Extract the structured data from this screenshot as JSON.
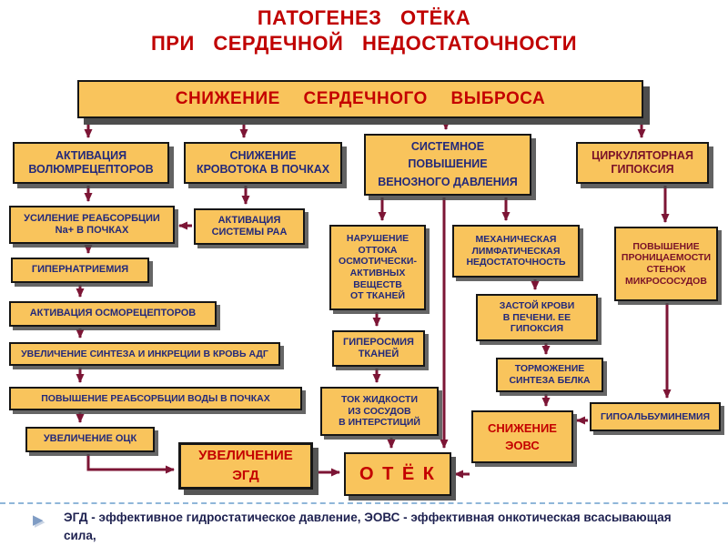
{
  "title": {
    "line1": "ПАТОГЕНЕЗ ОТЁКА",
    "line2": "ПРИ СЕРДЕЧНОЙ НЕДОСТАТОЧНОСТИ"
  },
  "nodes": {
    "cardiac_output": "СНИЖЕНИЕ СЕРДЕЧНОГО ВЫБРОСА",
    "volume_receptors": "АКТИВАЦИЯ\nВОЛЮМРЕЦЕПТОРОВ",
    "renal_blood_flow": "СНИЖЕНИЕ\nКРОВОТОКА В ПОЧКАХ",
    "venous_pressure": "СИСТЕМНОЕ\nПОВЫШЕНИЕ\nВЕНОЗНОГО ДАВЛЕНИЯ",
    "circulatory_hypoxia": "ЦИРКУЛЯТОРНАЯ\nГИПОКСИЯ",
    "na_reabsorption": "УСИЛЕНИЕ РЕАБСОРБЦИИ\nNa+ В ПОЧКАХ",
    "raa_system": "АКТИВАЦИЯ\nСИСТЕМЫ РАА",
    "hypernatremia": "ГИПЕРНАТРИЕМИЯ",
    "osmoreceptors": "АКТИВАЦИЯ ОСМОРЕЦЕПТОРОВ",
    "adh": "УВЕЛИЧЕНИЕ СИНТЕЗА И ИНКРЕЦИИ В КРОВЬ АДГ",
    "water_reabsorption": "ПОВЫШЕНИЕ РЕАБСОРБЦИИ ВОДЫ В ПОЧКАХ",
    "ock": "УВЕЛИЧЕНИЕ ОЦК",
    "osmotic_outflow": "НАРУШЕНИЕ\nОТТОКА\nОСМОТИЧЕСКИ-\nАКТИВНЫХ\nВЕЩЕСТВ\nОТ ТКАНЕЙ",
    "lymphatic": "МЕХАНИЧЕСКАЯ\nЛИМФАТИЧЕСКАЯ\nНЕДОСТАТОЧНОСТЬ",
    "permeability": "ПОВЫШЕНИЕ\nПРОНИЦАЕМОСТИ\nСТЕНОК\nМИКРОСОСУДОВ",
    "hyperosmia": "ГИПЕРОСМИЯ\nТКАНЕЙ",
    "liver_stasis": "ЗАСТОЙ КРОВИ\nВ ПЕЧЕНИ. ЕЕ\nГИПОКСИЯ",
    "protein_synthesis": "ТОРМОЖЕНИЕ\nСИНТЕЗА БЕЛКА",
    "fluid_flow": "ТОК ЖИДКОСТИ\nИЗ СОСУДОВ\nВ ИНТЕРСТИЦИЙ",
    "eovs_decrease": "СНИЖЕНИЕ\nЭОВС",
    "hypoalbuminemia": "ГИПОАЛЬБУМИНЕМИЯ",
    "egd_increase": "УВЕЛИЧЕНИЕ\nЭГД",
    "edema": "О Т Ё К"
  },
  "footer": {
    "text": "ЭГД - эффективное гидростатическое давление,  ЭОВС - эффективная онкотическая всасывающая\nсила,"
  },
  "colors": {
    "box_fill": "#f9c45c",
    "arrow": "#7c1535",
    "title_red": "#c00000",
    "navy_text": "#23297a",
    "red_text": "#c40000",
    "maroon_text": "#7a1228"
  }
}
